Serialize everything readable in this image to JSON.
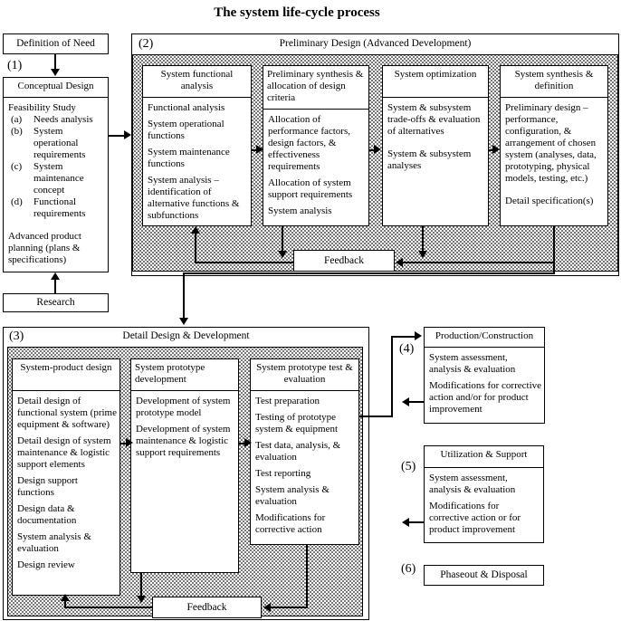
{
  "title": "The system life-cycle process",
  "colors": {
    "line": "#000000",
    "box_fill": "#ffffff",
    "stipple_dot": "#4a4a4a"
  },
  "feedback_label": "Feedback",
  "left": {
    "definition_box": "Definition of Need",
    "stage_label": "(1)",
    "conceptual": {
      "title": "Conceptual Design",
      "feasibility_heading": "Feasibility Study",
      "feasibility_items": [
        {
          "label": "(a)",
          "text": "Needs analysis"
        },
        {
          "label": "(b)",
          "text": "System operational requirements"
        },
        {
          "label": "(c)",
          "text": "System maintenance concept"
        },
        {
          "label": "(d)",
          "text": "Functional requirements"
        }
      ],
      "footer": "Advanced product planning (plans & specifications)"
    },
    "research_box": "Research"
  },
  "preliminary": {
    "stage_label": "(2)",
    "title": "Preliminary Design (Advanced Development)",
    "boxes": [
      {
        "title": "System functional analysis",
        "items": [
          "Functional analysis",
          "System operational functions",
          "System maintenance functions",
          "System analysis – identification of alternative functions & subfunctions"
        ]
      },
      {
        "title": "Preliminary synthesis & allocation of design criteria",
        "items": [
          "Allocation of performance factors, design factors, & effectiveness requirements",
          "Allocation of system support requirements",
          "System analysis"
        ]
      },
      {
        "title": "System optimization",
        "items": [
          "System & subsystem trade-offs & evaluation of alternatives",
          "System & subsystem analyses"
        ]
      },
      {
        "title": "System synthesis & definition",
        "items": [
          "Preliminary design – performance, configuration, & arrangement of chosen system (analyses, data, prototyping, physical models, testing, etc.)",
          "Detail specification(s)"
        ]
      }
    ]
  },
  "detail": {
    "stage_label": "(3)",
    "title": "Detail Design & Development",
    "boxes": [
      {
        "title": "System-product design",
        "items": [
          "Detail design of functional system (prime equipment & software)",
          "Detail design of system maintenance & logistic support elements",
          "Design support functions",
          "Design data & documentation",
          "System analysis & evaluation",
          "Design review"
        ]
      },
      {
        "title": "System prototype development",
        "items": [
          "Development of system prototype model",
          "Development of system maintenance & logistic support requirements"
        ]
      },
      {
        "title": "System prototype test & evaluation",
        "items": [
          "Test preparation",
          "Testing of prototype system & equipment",
          "Test data, analysis, & evaluation",
          "Test reporting",
          "System analysis & evaluation",
          "Modifications for corrective action"
        ]
      }
    ]
  },
  "right": {
    "production": {
      "stage_label": "(4)",
      "title": "Production/Construction",
      "items": [
        "System assessment, analysis & evaluation",
        "Modifications for corrective action and/or for product improvement"
      ]
    },
    "utilization": {
      "stage_label": "(5)",
      "title": "Utilization & Support",
      "items": [
        "System assessment, analysis & evaluation",
        "Modifications for corrective action or for product improvement"
      ]
    },
    "phaseout": {
      "stage_label": "(6)",
      "title": "Phaseout & Disposal"
    }
  }
}
